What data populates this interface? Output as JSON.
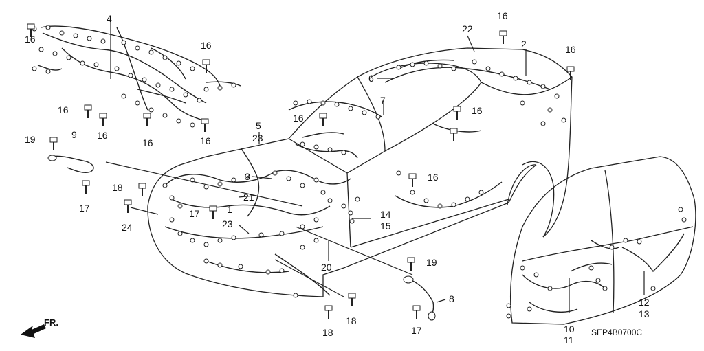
{
  "diagram_code": "SEP4B0700C",
  "direction_label": "FR.",
  "parts": {
    "p1": "1",
    "p2": "2",
    "p3": "3",
    "p4": "4",
    "p5": "5",
    "p6": "6",
    "p7": "7",
    "p8": "8",
    "p9": "9",
    "p10": "10",
    "p11": "11",
    "p12": "12",
    "p13": "13",
    "p14": "14",
    "p15": "15",
    "p16": "16",
    "p17": "17",
    "p18": "18",
    "p19": "19",
    "p20": "20",
    "p21": "21",
    "p22": "22",
    "p23": "23",
    "p24": "24"
  },
  "connector_icon": "connector-icon",
  "bolt_icon": "bolt-icon"
}
